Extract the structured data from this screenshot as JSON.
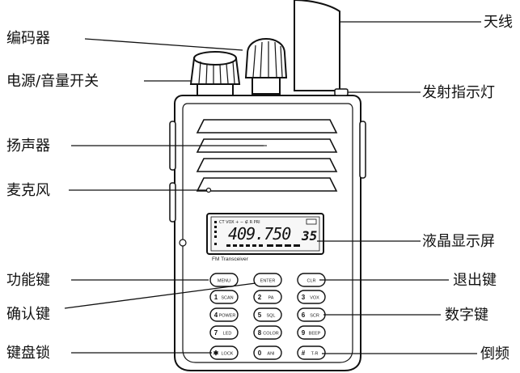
{
  "labels": {
    "encoder": "编码器",
    "power_volume": "电源/音量开关",
    "speaker": "扬声器",
    "microphone": "麦克风",
    "function_key": "功能键",
    "confirm_key": "确认键",
    "keypad_lock": "键盘锁",
    "antenna": "天线",
    "tx_indicator": "发射指示灯",
    "lcd_display": "液晶显示屏",
    "exit_key": "退出键",
    "number_keys": "数字键",
    "reverse": "倒频"
  },
  "display": {
    "frequency": "409.750",
    "channel": "35",
    "status_icons": "CT  VOX  +  −  ∉  R  PRI",
    "model_name": "FM Transceiver"
  },
  "keys": {
    "top_row": [
      "MENU",
      "ENTER",
      "CLR"
    ],
    "rows": [
      [
        {
          "n": "1",
          "t": "SCAN"
        },
        {
          "n": "2",
          "t": "PA"
        },
        {
          "n": "3",
          "t": "VOX"
        }
      ],
      [
        {
          "n": "4",
          "t": "POWER"
        },
        {
          "n": "5",
          "t": "SQL"
        },
        {
          "n": "6",
          "t": "SCR"
        }
      ],
      [
        {
          "n": "7",
          "t": "LED"
        },
        {
          "n": "8",
          "t": "COLOR"
        },
        {
          "n": "9",
          "t": "BEEP"
        }
      ],
      [
        {
          "n": "✱",
          "t": "LOCK"
        },
        {
          "n": "0",
          "t": "ANI"
        },
        {
          "n": "#",
          "t": "T-R"
        }
      ]
    ]
  }
}
